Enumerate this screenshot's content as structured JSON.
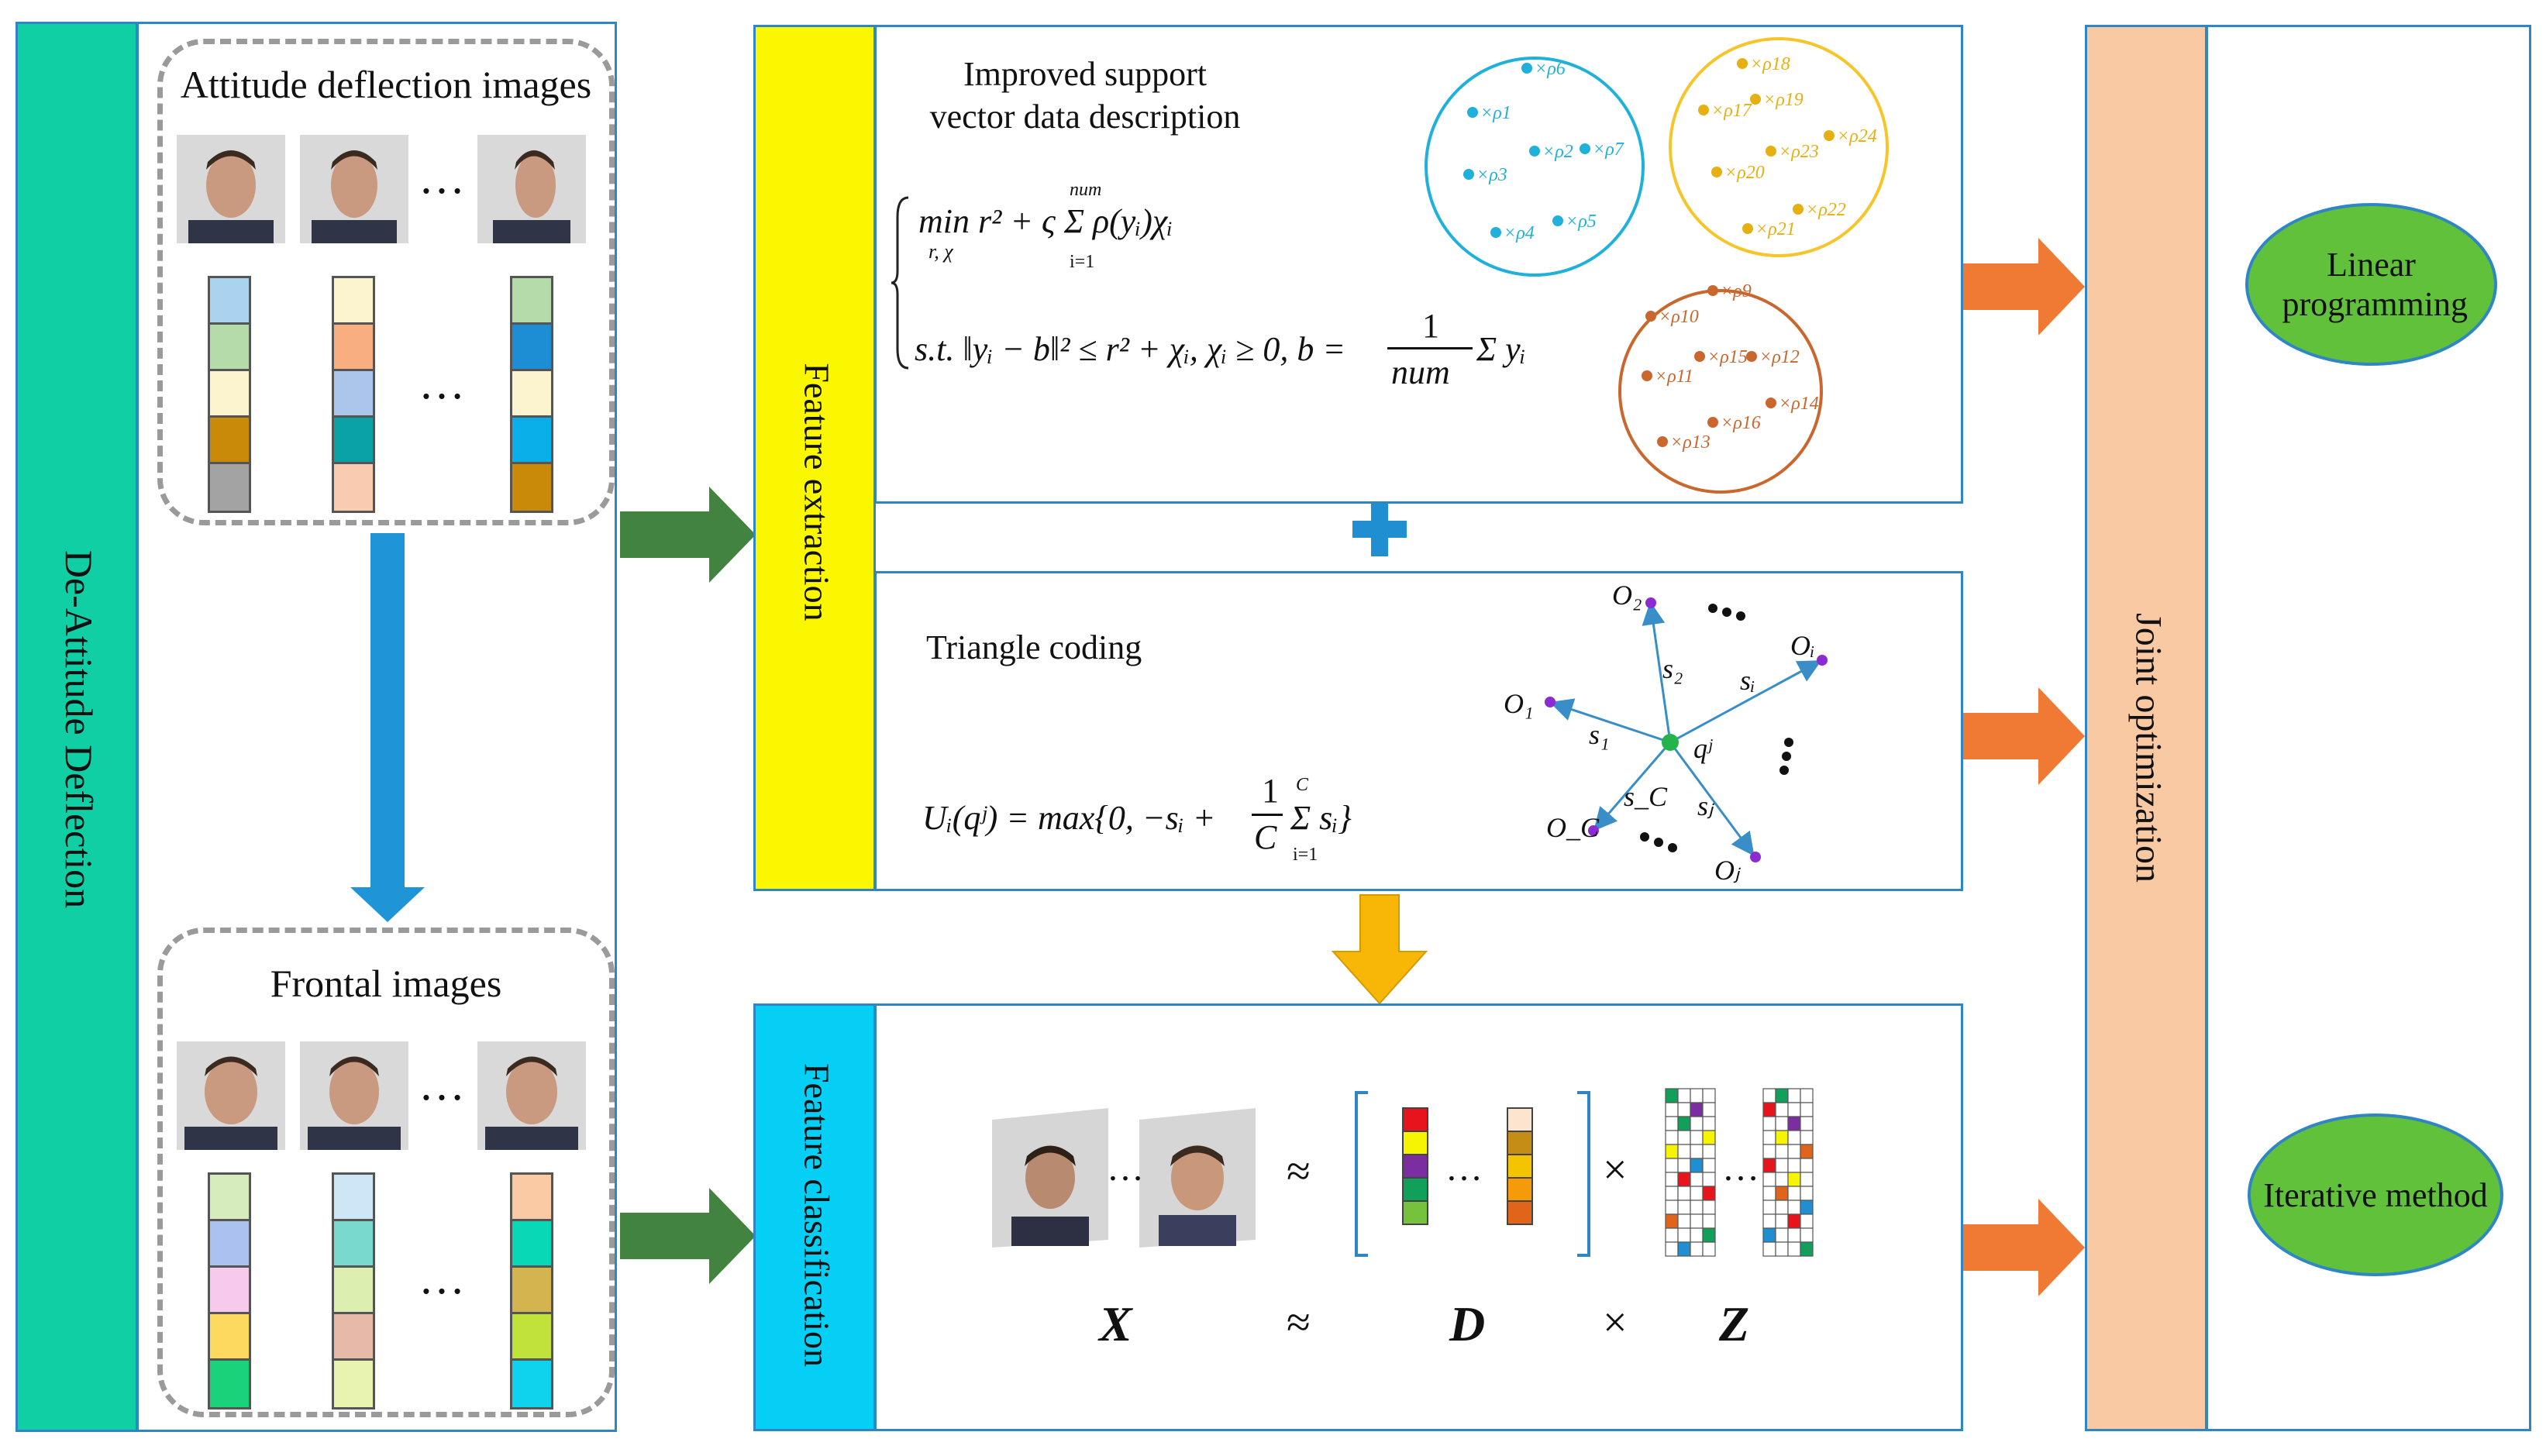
{
  "colors": {
    "teal": "#11cfa5",
    "blue_border": "#2f86c5",
    "yellow": "#fbf700",
    "cyan": "#05cff4",
    "peach": "#f8c9a3",
    "green_arrow": "#42843f",
    "orange_arrow": "#f07a33",
    "blue_arrow": "#1f95d8",
    "gold_arrow": "#f8b606",
    "ellipse_green": "#62c13a",
    "plus": "#1f8fd1"
  },
  "left": {
    "strip_label": "De-Attitude Deflection",
    "top_title": "Attitude deflection images",
    "bottom_title": "Frontal images",
    "ellipsis": "…"
  },
  "extraction": {
    "label": "Feature extraction",
    "svdd_title_line1": "Improved support",
    "svdd_title_line2": "vector data description",
    "svdd_eq1": "min r² + ς Σ ρ(yᵢ)χᵢ",
    "svdd_eq1_sub": "r, χ",
    "svdd_eq1_limits_top": "num",
    "svdd_eq1_limits_bottom": "i=1",
    "svdd_eq2": "s.t. ‖yᵢ − b‖² ≤ r² + χᵢ, χᵢ ≥ 0, b =",
    "svdd_eq2_frac_num": "1",
    "svdd_eq2_frac_den": "num",
    "svdd_eq2_tail": "Σ yᵢ",
    "triangle_title": "Triangle coding",
    "triangle_eq": "Uᵢ(qʲ) = max{0, −sᵢ +",
    "triangle_frac_num": "1",
    "triangle_frac_den": "C",
    "triangle_eq_tail": "Σ sᵢ}",
    "triangle_limits_top": "C",
    "triangle_limits_bottom": "i=1"
  },
  "clusters": {
    "blue": [
      "×ρ1",
      "×ρ6",
      "×ρ2",
      "×ρ7",
      "×ρ3",
      "×ρ4",
      "×ρ5"
    ],
    "gold": [
      "×ρ18",
      "×ρ17",
      "×ρ19",
      "×ρ24",
      "×ρ20",
      "×ρ23",
      "×ρ21",
      "×ρ22"
    ],
    "orange": [
      "×ρ9",
      "×ρ10",
      "×ρ15",
      "×ρ12",
      "×ρ11",
      "×ρ14",
      "×ρ16",
      "×ρ13"
    ]
  },
  "triangle": {
    "center": "qʲ",
    "nodes": [
      "O₂",
      "Oᵢ",
      "O₁",
      "O_C",
      "Oⱼ"
    ],
    "edges": [
      "s₂",
      "sᵢ",
      "s₁",
      "s_C",
      "sⱼ"
    ]
  },
  "classification": {
    "label": "Feature classification",
    "approx": "≈",
    "times": "×",
    "X": "X",
    "D": "D",
    "Z": "Z"
  },
  "right": {
    "joint_label": "Joint optimization",
    "linear": "Linear programming",
    "iterative": "Iterative method"
  }
}
